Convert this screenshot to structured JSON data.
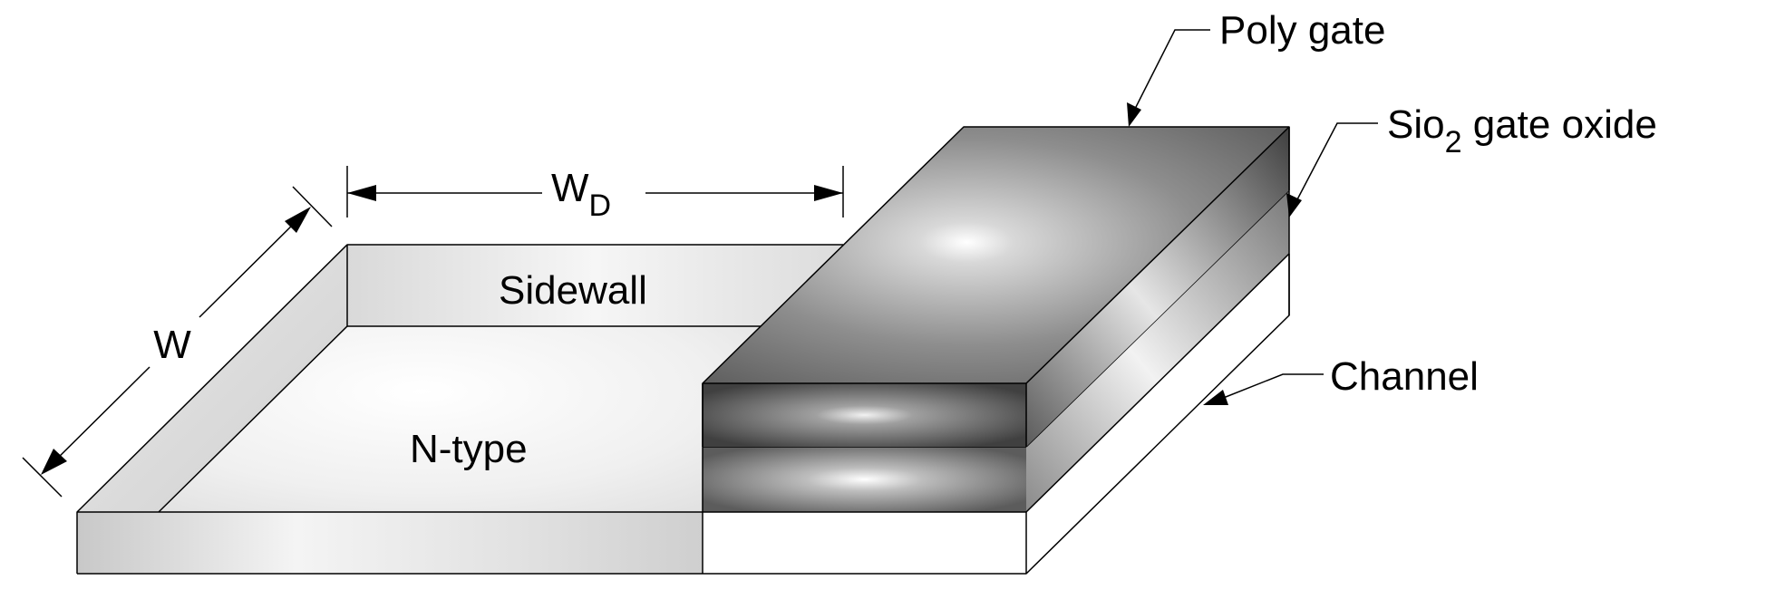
{
  "labels": {
    "poly_gate": "Poly gate",
    "gate_oxide_main": "Sio",
    "gate_oxide_sub": "2",
    "gate_oxide_rest": " gate oxide",
    "channel": "Channel",
    "width_w": "W",
    "width_wd_main": "W",
    "width_wd_sub": "D",
    "sidewall": "Sidewall",
    "n_type": "N-type"
  }
}
